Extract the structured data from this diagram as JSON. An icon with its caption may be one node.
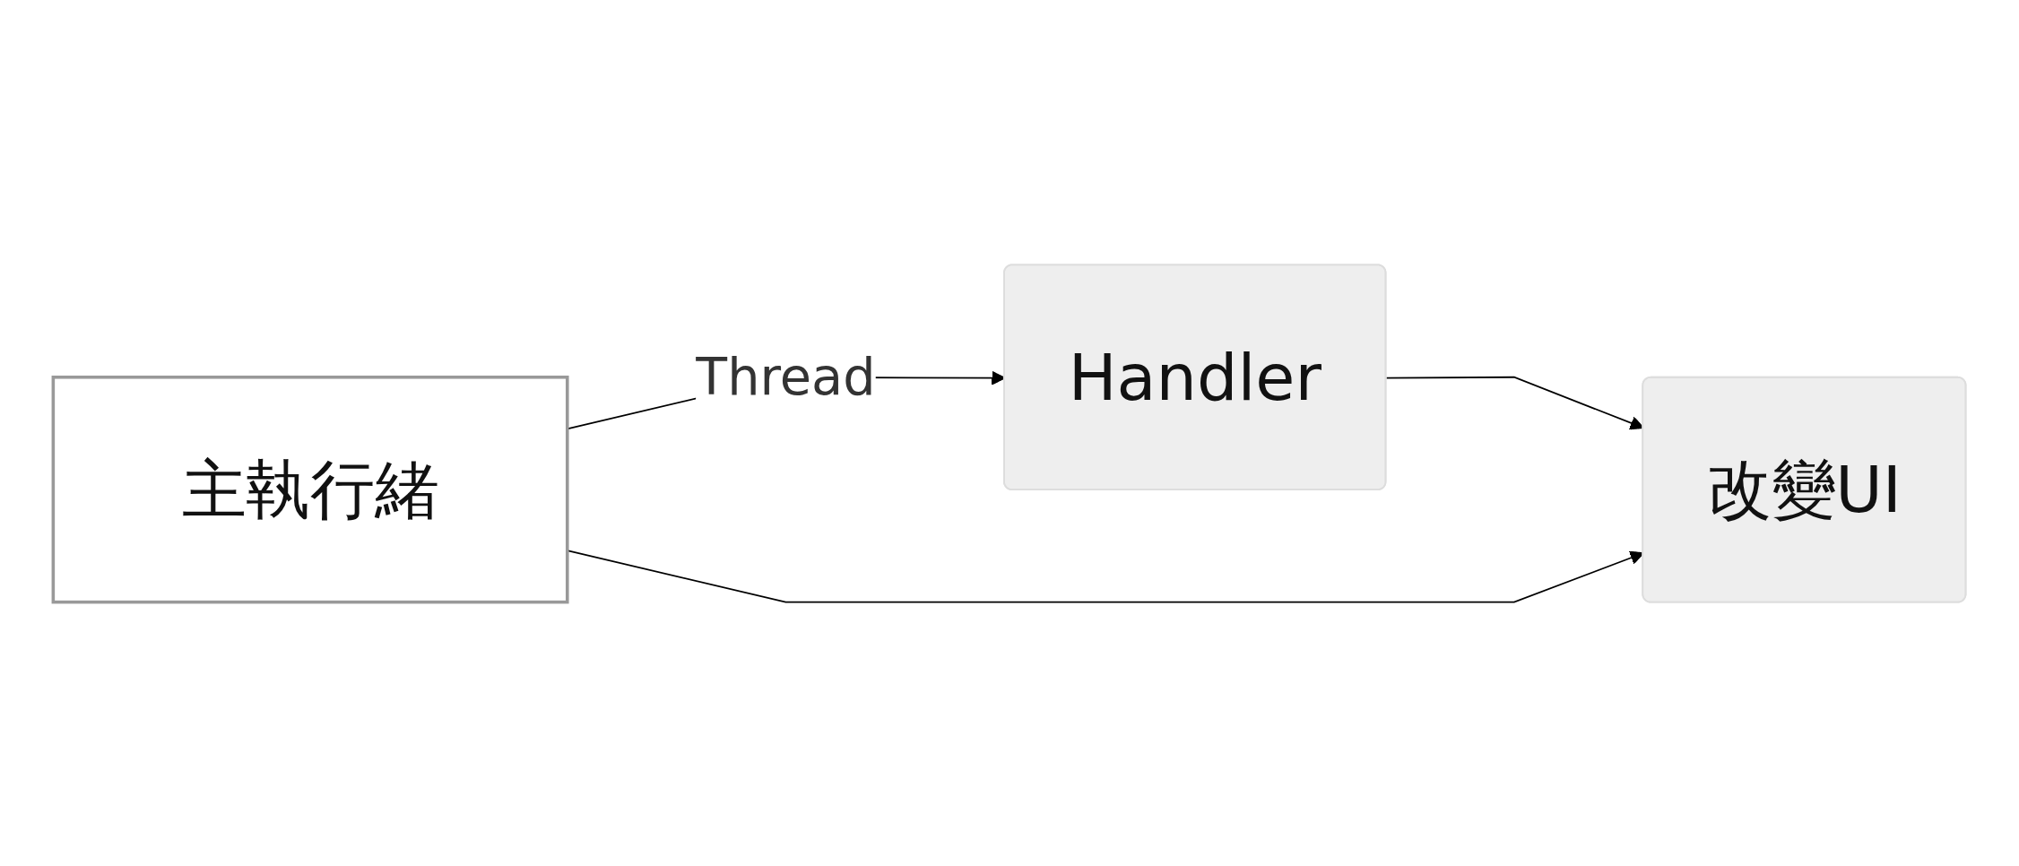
{
  "diagram": {
    "nodes": [
      {
        "text": [
          "主執行緒"
        ]
      },
      {
        "text": [
          "Handler"
        ]
      },
      {
        "text": [
          "改變UI"
        ]
      }
    ],
    "edges": [
      {
        "from": 0,
        "to": 1,
        "arrow": "to",
        "label": "Thread"
      },
      {
        "from": 1,
        "to": 2,
        "arrow": "to"
      },
      {
        "from": 0,
        "to": 2,
        "arrow": "to"
      }
    ]
  }
}
